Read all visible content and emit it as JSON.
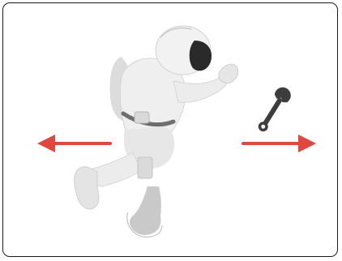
{
  "scene": {
    "figure": "astronaut-floating",
    "tool": "wrench-icon",
    "arrows": [
      "left-arrow",
      "right-arrow"
    ]
  },
  "colors": {
    "frame": "#1a1a1a",
    "arrow": "#e0473f",
    "suit_light": "#efefef",
    "suit_mid": "#dcdcdc",
    "suit_dark": "#c9c9c9",
    "visor": "#2a2a2a",
    "wrench": "#3d3d3d"
  }
}
